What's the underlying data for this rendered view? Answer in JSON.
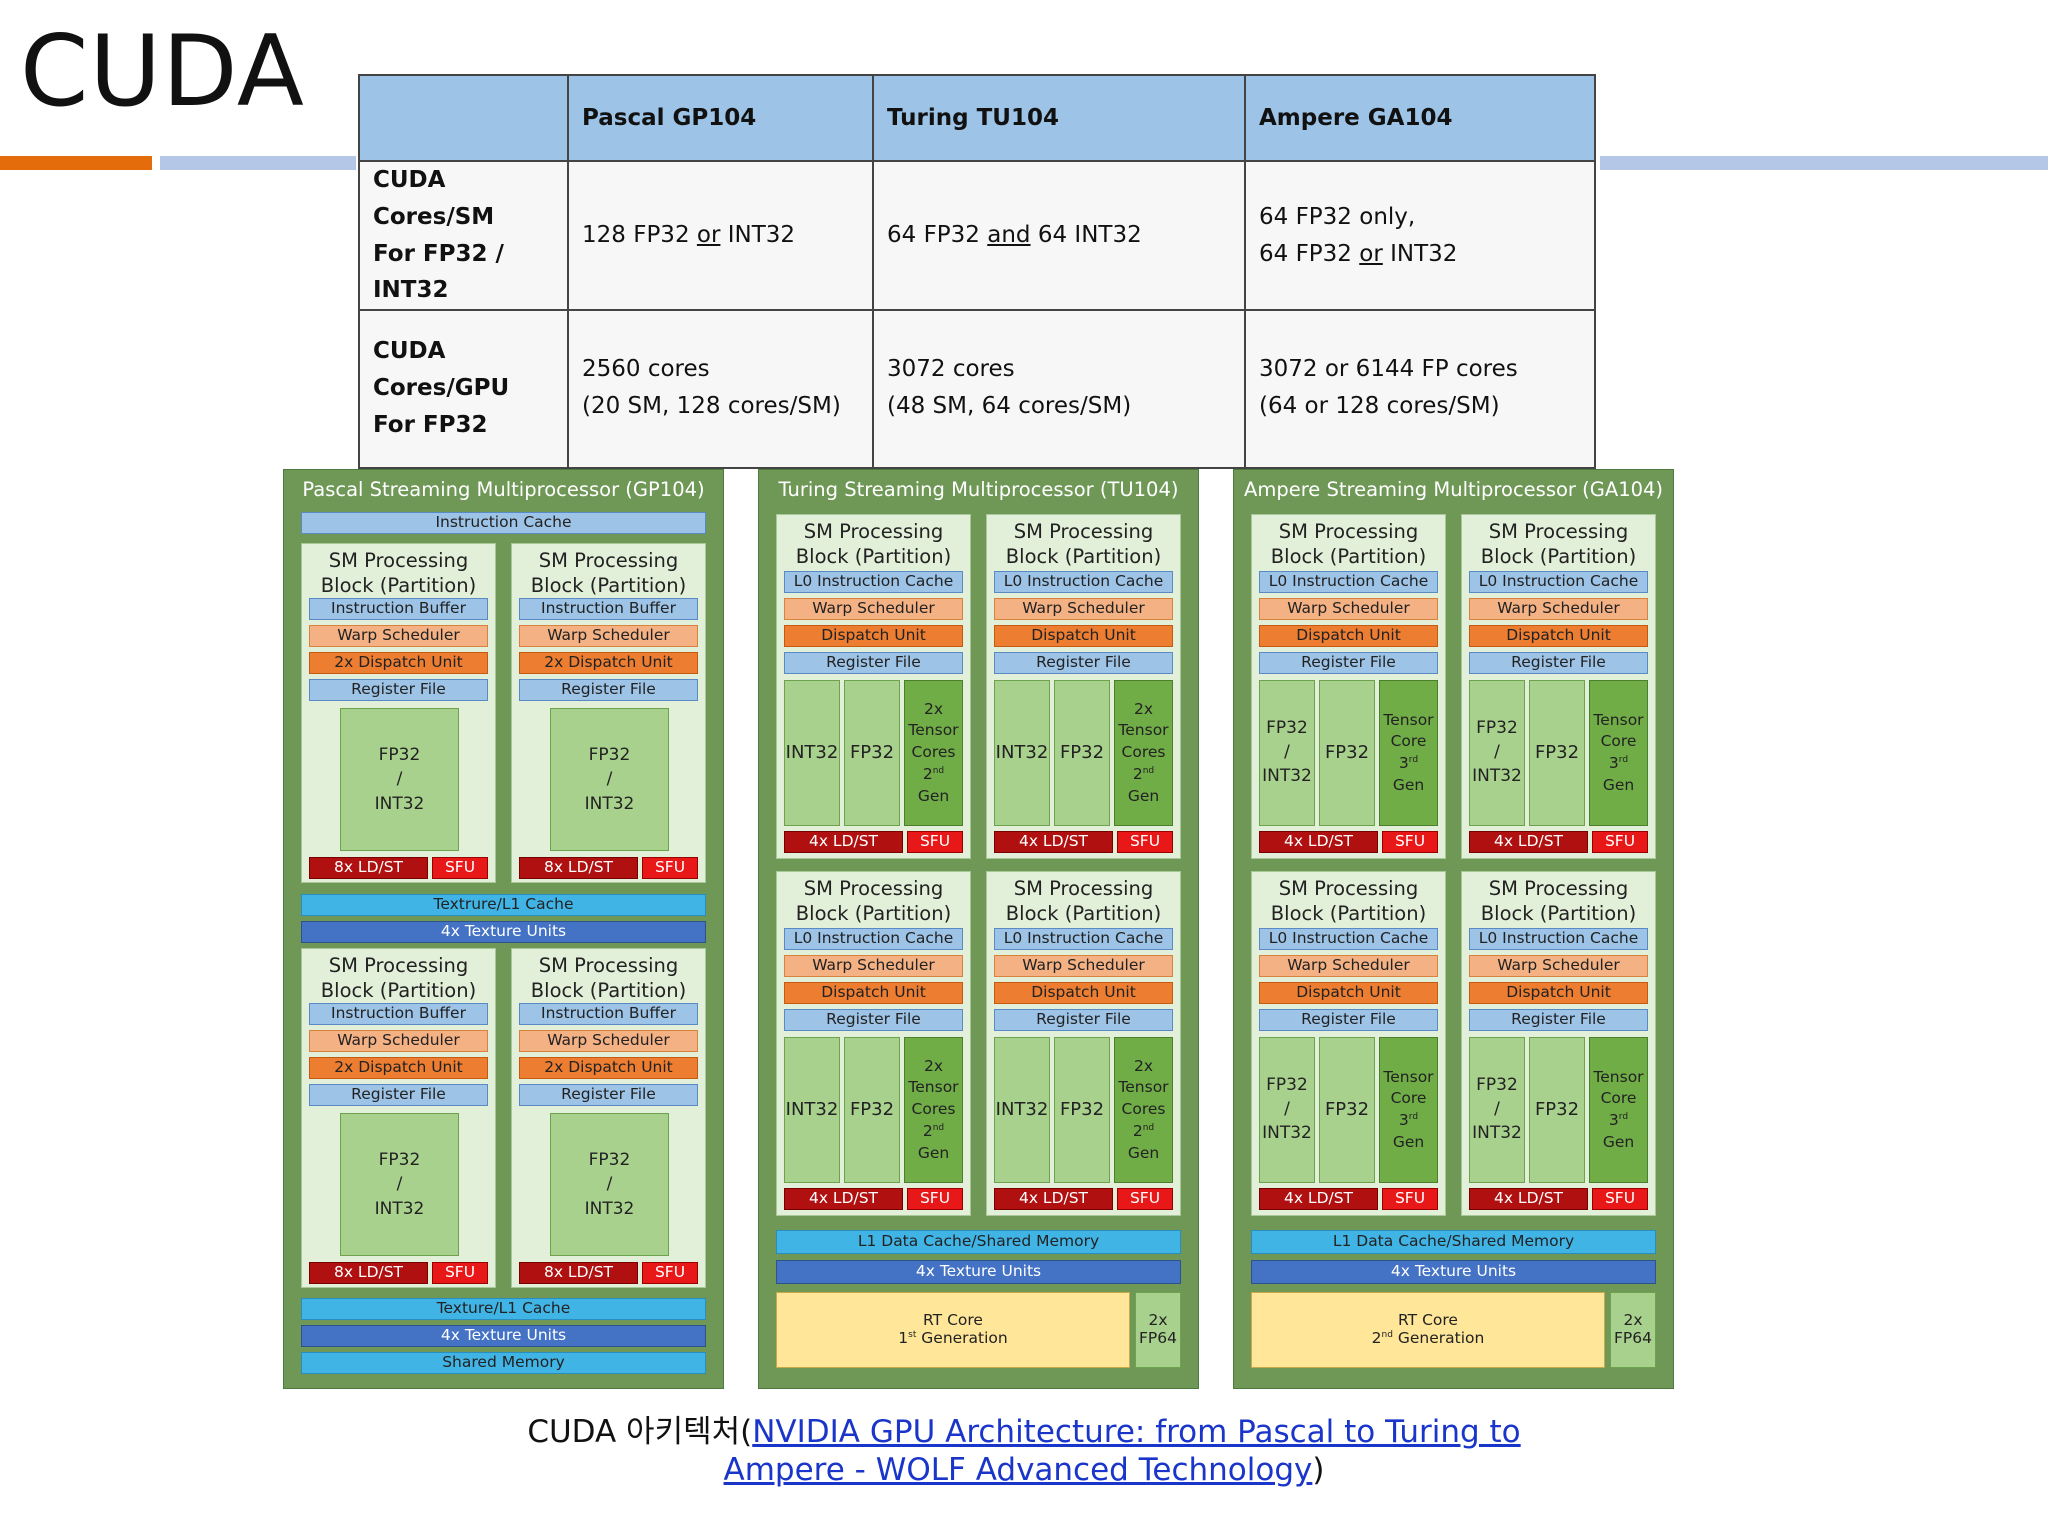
{
  "slide": {
    "title": "CUDA",
    "caption_prefix": "CUDA 아키텍처(",
    "caption_link_line1": "NVIDIA GPU Architecture: from Pascal to Turing to",
    "caption_link_line2": "Ampere - WOLF Advanced Technology",
    "caption_suffix": ")",
    "accent_colors": {
      "orange": "#e46c0a",
      "light_blue": "#b4c7e7"
    }
  },
  "table": {
    "headers": [
      "",
      "Pascal GP104",
      "Turing TU104",
      "Ampere GA104"
    ],
    "rows": [
      {
        "label": [
          "CUDA Cores/SM",
          "For FP32 / INT32"
        ],
        "cells": [
          {
            "pre": "128 FP32 ",
            "u": "or",
            "post": " INT32"
          },
          {
            "pre": "64 FP32 ",
            "u": "and",
            "post": " 64 INT32"
          },
          {
            "line1": "64 FP32 only,",
            "pre": "64 FP32 ",
            "u": "or",
            "post": " INT32"
          }
        ]
      },
      {
        "label": [
          "CUDA",
          "Cores/GPU",
          "For FP32"
        ],
        "cells": [
          {
            "line1": "2560 cores",
            "line2": "(20 SM, 128 cores/SM)"
          },
          {
            "line1": "3072 cores",
            "line2": "(48 SM, 64 cores/SM)"
          },
          {
            "line1": "3072 or 6144 FP cores",
            "line2": "(64 or 128 cores/SM)"
          }
        ]
      }
    ]
  },
  "diagram": {
    "pascal": {
      "title": "Pascal Streaming Multiprocessor (GP104)",
      "instruction_cache": "Instruction Cache",
      "block_title_1": "SM Processing",
      "block_title_2": "Block (Partition)",
      "instruction_buffer": "Instruction Buffer",
      "warp_scheduler": "Warp Scheduler",
      "dispatch": "2x Dispatch Unit",
      "register_file": "Register File",
      "core_1": "FP32",
      "core_2": "/",
      "core_3": "INT32",
      "ldst": "8x LD/ST",
      "sfu": "SFU",
      "tex_cache_1": "Textrure/L1 Cache",
      "tex_cache_2": "Texture/L1 Cache",
      "texture_units": "4x Texture Units",
      "shared_memory": "Shared Memory"
    },
    "turing": {
      "title": "Turing Streaming Multiprocessor (TU104)",
      "block_title_1": "SM Processing",
      "block_title_2": "Block (Partition)",
      "l0_cache": "L0 Instruction Cache",
      "warp_scheduler": "Warp Scheduler",
      "dispatch": "Dispatch Unit",
      "register_file": "Register File",
      "int32": "INT32",
      "fp32": "FP32",
      "tensor_1": "2x",
      "tensor_2": "Tensor",
      "tensor_3": "Cores",
      "tensor_4": "2",
      "tensor_4_sup": "nd",
      "tensor_5": "Gen",
      "ldst": "4x LD/ST",
      "sfu": "SFU",
      "l1": "L1 Data Cache/Shared Memory",
      "texture_units": "4x Texture Units",
      "rt_1": "RT Core",
      "rt_2a": "1",
      "rt_2sup": "st",
      "rt_2b": " Generation",
      "fp64_1": "2x",
      "fp64_2": "FP64"
    },
    "ampere": {
      "title": "Ampere Streaming Multiprocessor (GA104)",
      "block_title_1": "SM Processing",
      "block_title_2": "Block (Partition)",
      "l0_cache": "L0 Instruction Cache",
      "warp_scheduler": "Warp Scheduler",
      "dispatch": "Dispatch Unit",
      "register_file": "Register File",
      "fpint_1": "FP32",
      "fpint_2": "/",
      "fpint_3": "INT32",
      "fp32": "FP32",
      "tensor_1": "Tensor",
      "tensor_2": "Core",
      "tensor_3": "3",
      "tensor_3_sup": "rd",
      "tensor_4": "Gen",
      "ldst": "4x LD/ST",
      "sfu": "SFU",
      "l1": "L1 Data Cache/Shared Memory",
      "texture_units": "4x Texture Units",
      "rt_1": "RT Core",
      "rt_2a": "2",
      "rt_2sup": "nd",
      "rt_2b": " Generation",
      "fp64_1": "2x",
      "fp64_2": "FP64"
    }
  }
}
